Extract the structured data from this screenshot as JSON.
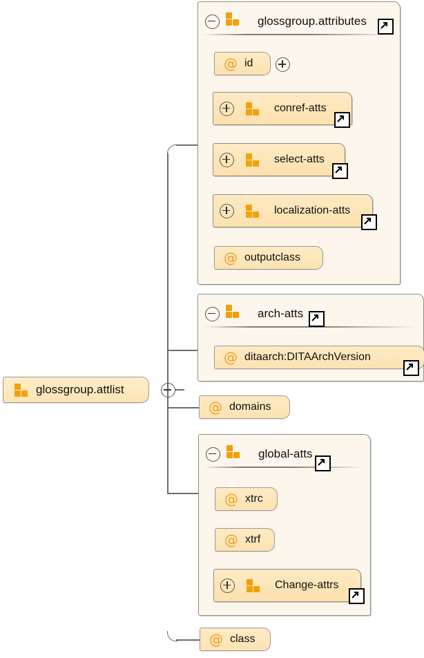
{
  "diagram": {
    "type": "xml-schema-attribute-tree",
    "root": {
      "label": "glossgroup.attlist",
      "icon": "attribute-group-icon",
      "expander": "minus"
    },
    "children": [
      {
        "kind": "attribute-group",
        "label": "glossgroup.attributes",
        "expander": "minus",
        "external_link": true,
        "members": [
          {
            "kind": "attribute",
            "label": "id",
            "expander": "plus",
            "external_link": false
          },
          {
            "kind": "attribute-group-ref",
            "label": "conref-atts",
            "expander": "plus",
            "external_link": true
          },
          {
            "kind": "attribute-group-ref",
            "label": "select-atts",
            "expander": "plus",
            "external_link": true
          },
          {
            "kind": "attribute-group-ref",
            "label": "localization-atts",
            "expander": "plus",
            "external_link": true
          },
          {
            "kind": "attribute",
            "label": "outputclass",
            "expander": "none",
            "external_link": false
          }
        ]
      },
      {
        "kind": "attribute-group",
        "label": "arch-atts",
        "expander": "minus",
        "external_link": true,
        "members": [
          {
            "kind": "attribute",
            "label": "ditaarch:DITAArchVersion",
            "expander": "none",
            "external_link": true
          }
        ]
      },
      {
        "kind": "attribute",
        "label": "domains",
        "expander": "none",
        "external_link": false
      },
      {
        "kind": "attribute-group",
        "label": "global-atts",
        "expander": "minus",
        "external_link": true,
        "members": [
          {
            "kind": "attribute",
            "label": "xtrc",
            "expander": "none",
            "external_link": false
          },
          {
            "kind": "attribute",
            "label": "xtrf",
            "expander": "none",
            "external_link": false
          },
          {
            "kind": "attribute-group-ref",
            "label": "Change-attrs",
            "expander": "plus",
            "external_link": true
          }
        ]
      },
      {
        "kind": "attribute",
        "label": "class",
        "expander": "none",
        "external_link": false
      }
    ],
    "glyphs": {
      "at_sign": "@",
      "external_link": "↗"
    },
    "colors": {
      "attribute_fill": "#fde8c0",
      "group_fill": "#fdf6ec",
      "icon_orange": "#f0a10c",
      "border": "#8e8e86",
      "line": "#6d6d68",
      "at_sign": "#eda01e"
    }
  }
}
